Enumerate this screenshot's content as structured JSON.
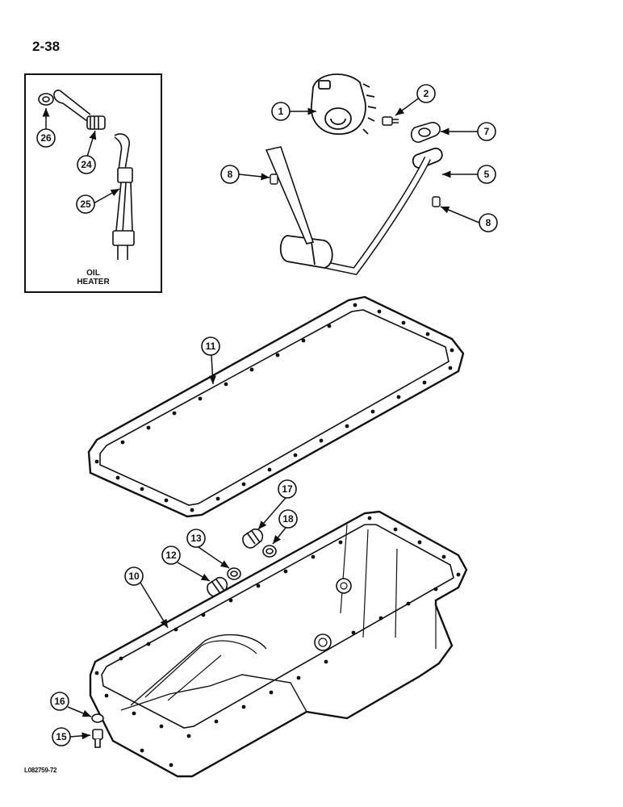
{
  "page_number": "2-38",
  "figure_code": "L082759-72",
  "inset": {
    "label_line1": "OIL",
    "label_line2": "HEATER",
    "callouts": [
      "26",
      "24",
      "25"
    ]
  },
  "callouts": {
    "c1": "1",
    "c2": "2",
    "c7": "7",
    "c8a": "8",
    "c5": "5",
    "c8b": "8",
    "c11": "11",
    "c17": "17",
    "c18": "18",
    "c13": "13",
    "c12": "12",
    "c10": "10",
    "c16": "16",
    "c15": "15"
  }
}
